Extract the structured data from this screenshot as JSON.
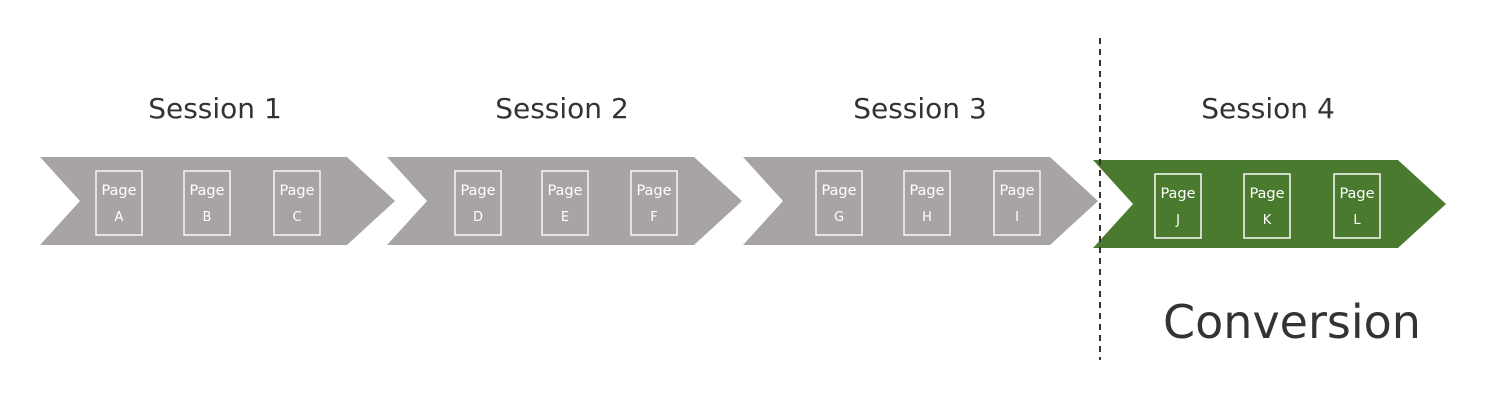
{
  "sessions": [
    {
      "title": "Session 1",
      "status": "visit",
      "pages": [
        {
          "label": "Page",
          "letter": "A"
        },
        {
          "label": "Page",
          "letter": "B"
        },
        {
          "label": "Page",
          "letter": "C"
        }
      ]
    },
    {
      "title": "Session 2",
      "status": "visit",
      "pages": [
        {
          "label": "Page",
          "letter": "D"
        },
        {
          "label": "Page",
          "letter": "E"
        },
        {
          "label": "Page",
          "letter": "F"
        }
      ]
    },
    {
      "title": "Session 3",
      "status": "visit",
      "pages": [
        {
          "label": "Page",
          "letter": "G"
        },
        {
          "label": "Page",
          "letter": "H"
        },
        {
          "label": "Page",
          "letter": "I"
        }
      ]
    },
    {
      "title": "Session 4",
      "status": "conversion",
      "pages": [
        {
          "label": "Page",
          "letter": "J"
        },
        {
          "label": "Page",
          "letter": "K"
        },
        {
          "label": "Page",
          "letter": "L"
        }
      ]
    }
  ],
  "conversion_label": "Conversion",
  "colors": {
    "session_fill": "#a7a4a3",
    "conversion_fill": "#4a7a2e",
    "page_border": "#f2f2f2",
    "title_text": "#333333"
  }
}
